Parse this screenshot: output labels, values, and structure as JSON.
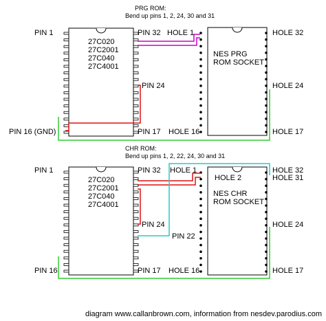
{
  "prg": {
    "title": "PRG ROM:",
    "subtitle": "Bend up pins 1, 2, 24, 30 and 31",
    "chip_lines": [
      "27C020",
      "27C2001",
      "27C040",
      "27C4001"
    ],
    "socket_lines": [
      "NES PRG",
      "ROM SOCKET"
    ],
    "labels": {
      "pin1": "PIN 1",
      "pin32": "PIN 32",
      "pin24": "PIN 24",
      "pin16": "PIN 16 (GND)",
      "pin17": "PIN 17",
      "hole1": "HOLE 1",
      "hole32": "HOLE 32",
      "hole24": "HOLE 24",
      "hole16": "HOLE 16",
      "hole17": "HOLE 17"
    }
  },
  "chr": {
    "title": "CHR ROM:",
    "subtitle": "Bend up pins 1, 2, 22, 24, 30 and 31",
    "chip_lines": [
      "27C020",
      "27C2001",
      "27C040",
      "27C4001"
    ],
    "socket_lines": [
      "NES CHR",
      "ROM SOCKET"
    ],
    "labels": {
      "pin1": "PIN 1",
      "pin32": "PIN 32",
      "pin24": "PIN 24",
      "pin22": "PIN 22",
      "pin16": "PIN 16",
      "pin17": "PIN 17",
      "hole1": "HOLE 1",
      "hole2": "HOLE 2",
      "hole32": "HOLE 32",
      "hole31": "HOLE 31",
      "hole24": "HOLE 24",
      "hole16": "HOLE 16",
      "hole17": "HOLE 17"
    }
  },
  "credit": "diagram www.callanbrown.com, information from nesdev.parodius.com",
  "colors": {
    "magenta": "#cc00cc",
    "red": "#dd1111",
    "green": "#33cc33",
    "cyan": "#22cccc"
  }
}
